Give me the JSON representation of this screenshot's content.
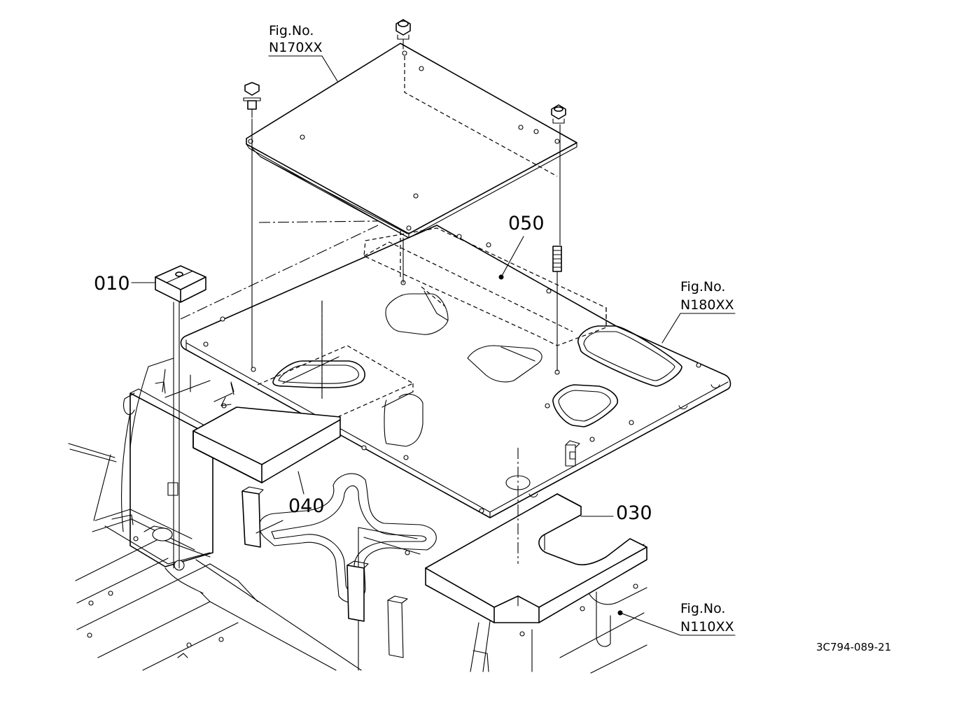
{
  "parts": [
    {
      "number": "010"
    },
    {
      "number": "030"
    },
    {
      "number": "040"
    },
    {
      "number": "050"
    }
  ],
  "figure_refs": [
    {
      "line1": "Fig.No.",
      "line2": "N170XX"
    },
    {
      "line1": "Fig.No.",
      "line2": "N180XX"
    },
    {
      "line1": "Fig.No.",
      "line2": "N110XX"
    }
  ],
  "drawing_code": "3C794-089-21"
}
